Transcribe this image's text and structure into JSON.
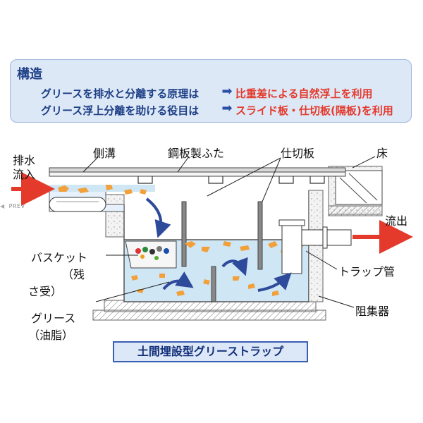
{
  "header": {
    "title": "構造",
    "row1_text": "グリースを排水と分離する原理は",
    "row1_result": "比重差による自然浮上を利用",
    "row2_text": "グリース浮上分離を助ける役目は",
    "row2_result": "スライド板・仕切板(隔板)を利用"
  },
  "labels": {
    "inflow_line1": "排水",
    "inflow_line2": "流入",
    "side_ditch": "側溝",
    "steel_lid": "鋼板製ふた",
    "partition": "仕切板",
    "floor": "床",
    "outflow": "流出",
    "basket_line1": "バスケット",
    "basket_line2": "（残",
    "basket_line3": "さ受）",
    "grease_line1": "グリース",
    "grease_line2": "（油脂）",
    "trap_pipe": "トラップ管",
    "interceptor": "阻集器"
  },
  "nav": {
    "prev_label": "PREV"
  },
  "caption": "土間埋設型グリーストラップ",
  "colors": {
    "header_bg": "#dde8f7",
    "header_text": "#1d3f86",
    "accent_red": "#e33a2c",
    "water": "#cfe6f5",
    "grease": "#f2a03a",
    "flow_arrow": "#2e4a9a",
    "caption_border": "#3b5fb3"
  }
}
